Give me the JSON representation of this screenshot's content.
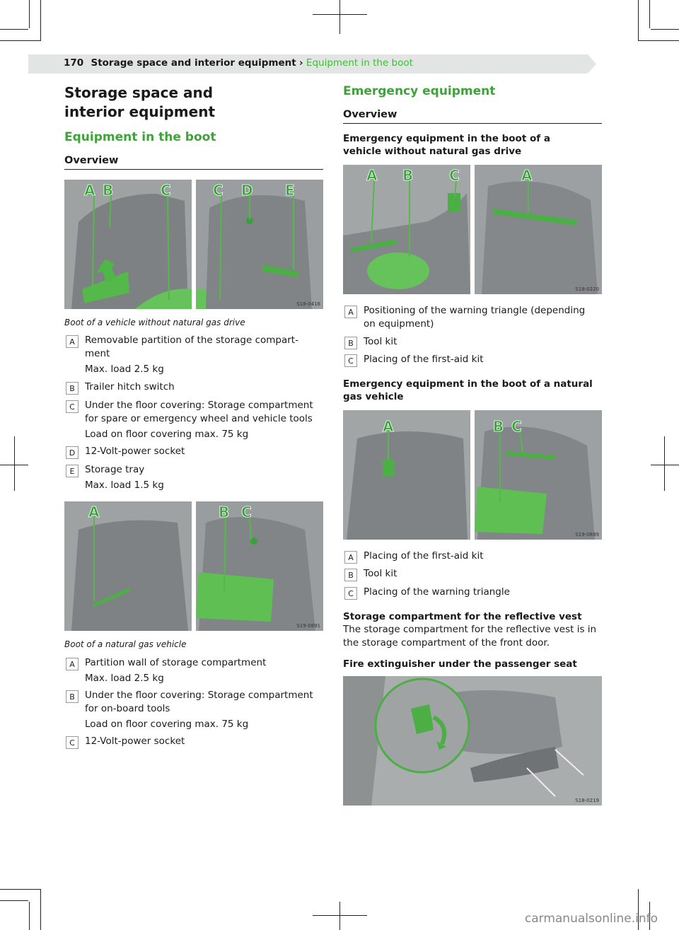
{
  "header": {
    "page_number": "170",
    "section": "Storage space and interior equipment",
    "separator": "›",
    "current": "Equipment in the boot"
  },
  "left": {
    "title": "Storage space and interior equipment",
    "subtitle": "Equipment in the boot",
    "overview": "Overview",
    "fig1": {
      "labels": [
        "A",
        "B",
        "C",
        "C",
        "D",
        "E"
      ],
      "code": "S18-0416",
      "caption": "Boot of a vehicle without natural gas drive"
    },
    "list1": [
      {
        "key": "A",
        "lines": [
          "Removable partition of the storage compart-",
          "ment"
        ],
        "note": "Max. load 2.5 kg"
      },
      {
        "key": "B",
        "lines": [
          "Trailer hitch switch"
        ],
        "note": ""
      },
      {
        "key": "C",
        "lines": [
          "Under the floor covering: Storage compartment",
          "for spare or emergency wheel and vehicle tools"
        ],
        "note": "Load on floor covering max. 75 kg"
      },
      {
        "key": "D",
        "lines": [
          "12-Volt-power socket"
        ],
        "note": ""
      },
      {
        "key": "E",
        "lines": [
          "Storage tray"
        ],
        "note": "Max. load 1.5 kg"
      }
    ],
    "fig2": {
      "labels": [
        "A",
        "B",
        "C"
      ],
      "code": "S19-0891",
      "caption": "Boot of a natural gas vehicle"
    },
    "list2": [
      {
        "key": "A",
        "lines": [
          "Partition wall of storage compartment"
        ],
        "note": "Max. load 2.5 kg"
      },
      {
        "key": "B",
        "lines": [
          "Under the floor covering: Storage compartment",
          "for on-board tools"
        ],
        "note": "Load on floor covering max. 75 kg"
      },
      {
        "key": "C",
        "lines": [
          "12-Volt-power socket"
        ],
        "note": ""
      }
    ]
  },
  "right": {
    "title": "Emergency equipment",
    "overview": "Overview",
    "heading1": "Emergency equipment in the boot of a vehicle without natural gas drive",
    "fig3": {
      "labels": [
        "A",
        "B",
        "C",
        "A"
      ],
      "code": "S18-0220"
    },
    "list3": [
      {
        "key": "A",
        "lines": [
          "Positioning of the warning triangle (depending",
          "on equipment)"
        ]
      },
      {
        "key": "B",
        "lines": [
          "Tool kit"
        ]
      },
      {
        "key": "C",
        "lines": [
          "Placing of the first-aid kit"
        ]
      }
    ],
    "heading2": "Emergency equipment in the boot of a natural gas vehicle",
    "fig4": {
      "labels": [
        "A",
        "B",
        "C"
      ],
      "code": "S19-0889"
    },
    "list4": [
      {
        "key": "A",
        "lines": [
          "Placing of the first-aid kit"
        ]
      },
      {
        "key": "B",
        "lines": [
          "Tool kit"
        ]
      },
      {
        "key": "C",
        "lines": [
          "Placing of the warning triangle"
        ]
      }
    ],
    "vest_heading": "Storage compartment for the reflective vest",
    "vest_text": "The storage compartment for the reflective vest is in the storage compartment of the front door.",
    "fire_heading": "Fire extinguisher under the passenger seat",
    "fig5": {
      "code": "S18-0219"
    }
  },
  "watermark": "carmanualsonline.info"
}
